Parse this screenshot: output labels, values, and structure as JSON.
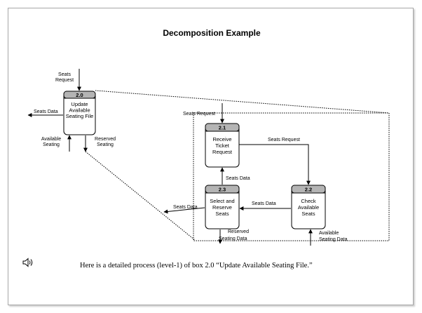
{
  "title": "Decomposition Example",
  "parent": {
    "id": "2.0",
    "lines": [
      "Update",
      "Available",
      "Seating File"
    ],
    "flows": {
      "seats_request": [
        "Seats",
        "Request"
      ],
      "seats_data": "Seats Data",
      "available_seating": [
        "Available",
        "Seating"
      ],
      "reserved_seating": [
        "Reserved",
        "Seating"
      ]
    }
  },
  "detail": {
    "p21": {
      "id": "2.1",
      "lines": [
        "Receive",
        "Ticket",
        "Request"
      ]
    },
    "p22": {
      "id": "2.2",
      "lines": [
        "Check",
        "Available",
        "Seats"
      ]
    },
    "p23": {
      "id": "2.3",
      "lines": [
        "Select  and",
        "Reserve",
        "Seats"
      ]
    },
    "flows": {
      "seats_request_in": "Seats Request",
      "seats_request_21_22": "Seats Request",
      "seats_data_23_21": "Seats Data",
      "seats_data_22_23": "Seats Data",
      "seats_data_out": "Seats Data",
      "reserved_seating_data": [
        "Reserved",
        "Seating Data"
      ],
      "available_seating_data": [
        "Available",
        "Seating Data"
      ]
    }
  },
  "footer": {
    "speaker_icon": "speaker-icon",
    "caption": "Here is a detailed process (level-1) of box 2.0 “Update Available Seating File.”"
  }
}
